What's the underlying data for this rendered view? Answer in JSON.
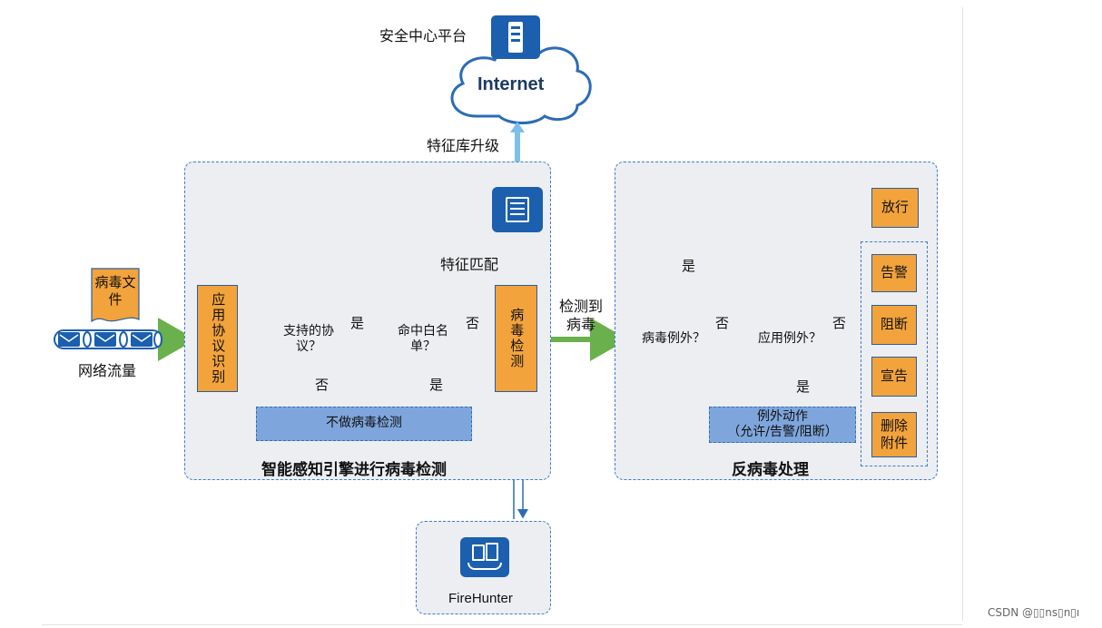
{
  "top": {
    "security_center_label": "安全中心平台",
    "internet_label": "Internet",
    "signature_upgrade_label": "特征库升级",
    "signature_match_label": "特征匹配"
  },
  "input": {
    "virus_file_label": "病毒文件",
    "network_traffic_label": "网络流量"
  },
  "left_panel": {
    "title": "智能感知引擎进行病毒检测",
    "protocol_identify": "应用协议识别",
    "supported_protocol": "支持的协议？",
    "yes_1": "是",
    "no_1": "否",
    "whitelist": "命中白名单？",
    "no_2": "否",
    "yes_2": "是",
    "no_detection": "不做病毒检测",
    "virus_detect": "病毒检测"
  },
  "middle": {
    "virus_found_label": "检测到病毒"
  },
  "right_panel": {
    "title": "反病毒处理",
    "virus_exception": "病毒例外？",
    "yes_release": "是",
    "release": "放行",
    "no_3": "否",
    "app_exception": "应用例外？",
    "no_4": "否",
    "yes_3": "是",
    "exception_action_1": "例外动作",
    "exception_action_2": "（允许/告警/阻断）",
    "actions": [
      "告警",
      "阻断",
      "宣告",
      "删除附件"
    ]
  },
  "bottom": {
    "firehunter_label": "FireHunter"
  },
  "watermark": "CSDN @▯▯ns▯n▯ı",
  "colors": {
    "panel_bg": "#eceef1",
    "panel_border": "#3d7cc9",
    "orange": "#f3a33c",
    "blue_box": "#7ea6dd",
    "green_arrow": "#6ab04c",
    "blue_arrow": "#2b6cb6",
    "icon_blue": "#1b5fae"
  }
}
